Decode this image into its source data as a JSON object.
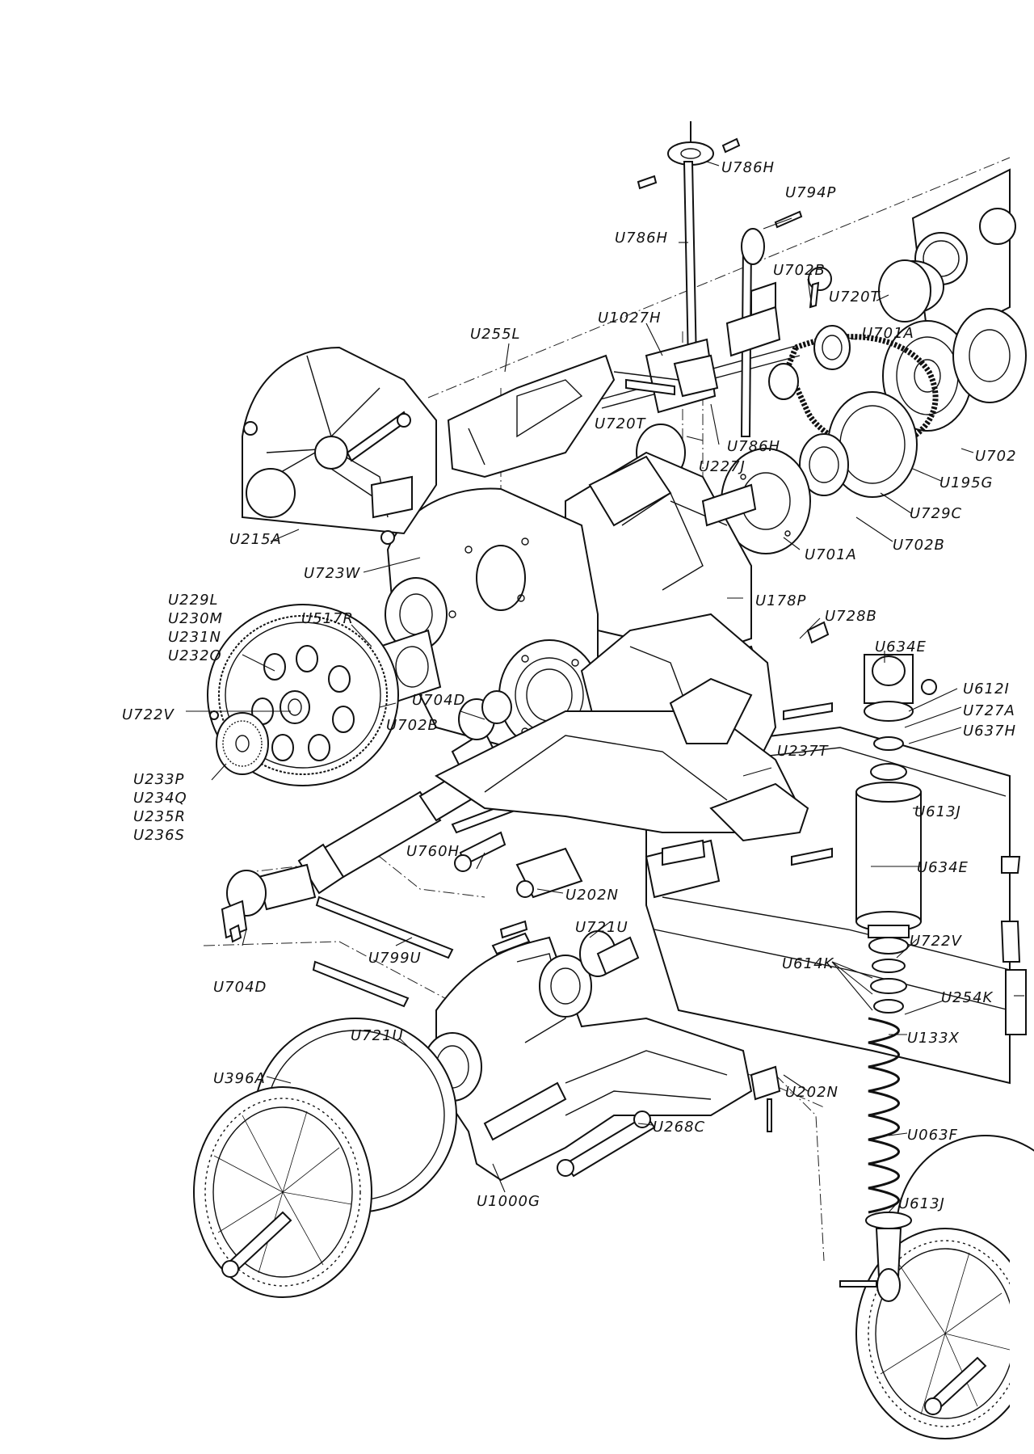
{
  "labels": {
    "u786h_top": "U786H",
    "u794p": "U794P",
    "u786h_rod": "U786H",
    "u702b_top": "U702B",
    "u720t_top": "U720T",
    "u701a_top": "U701A",
    "u1027h": "U1027H",
    "u255l": "U255L",
    "u720t_mid": "U720T",
    "u786h_block": "U786H",
    "u227j": "U227J",
    "u702_edge": "U702",
    "u195g": "U195G",
    "u729c": "U729C",
    "u702b_mid": "U702B",
    "u701a_mid": "U701A",
    "u215a": "U215A",
    "u723w": "U723W",
    "u178p": "U178P",
    "u728b": "U728B",
    "u229l": "U229L",
    "u230m": "U230M",
    "u231n": "U231N",
    "u232o": "U232O",
    "u517r": "U517R",
    "u634e_top": "U634E",
    "u612_edge": "U612I",
    "u727_edge": "U727A",
    "u637_edge": "U637H",
    "u722v_left": "U722V",
    "u704d_mid": "U704D",
    "u702b_low": "U702B",
    "u237t": "U237T",
    "u233p": "U233P",
    "u234q": "U234Q",
    "u235r": "U235R",
    "u236s": "U236S",
    "u613j_top": "U613J",
    "u760h": "U760H",
    "u634e_body": "U634E",
    "u202n_mid": "U202N",
    "u721u_top": "U721U",
    "u722v_right": "U722V",
    "u799u": "U799U",
    "u614k": "U614K",
    "u704d_low": "U704D",
    "u254k": "U254K",
    "u721u_low": "U721U",
    "u133x": "U133X",
    "u396a": "U396A",
    "u202n_low": "U202N",
    "u268c": "U268C",
    "u063f": "U063F",
    "u613j_low": "U613J",
    "u1000g": "U1000G"
  }
}
